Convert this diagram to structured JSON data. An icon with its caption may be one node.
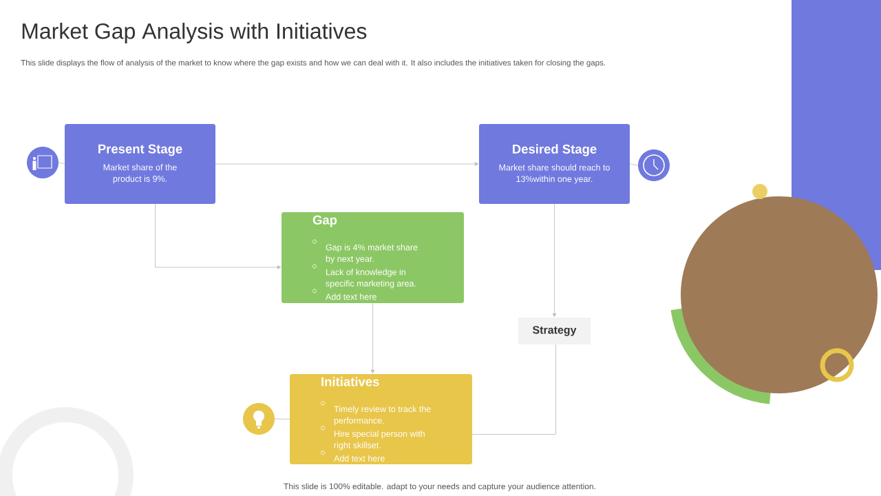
{
  "diagram": {
    "title": "Market Gap Analysis with Initiatives",
    "nodes": [
      {
        "text": [],
        "shape": "circle"
      },
      {
        "text": [
          "Present Stage",
          "Market share of the product is 9%."
        ]
      },
      {
        "text": [
          "Desired Stage",
          "Market share should reach to 13%within one year."
        ]
      },
      {
        "text": [],
        "shape": "circle"
      },
      {
        "text": [
          "Gap",
          "Gap is 4% market share by next year.",
          "Lack of knowledge in specific marketing area.",
          "Add text here"
        ]
      },
      {
        "text": [
          "Strategy"
        ]
      },
      {
        "text": [],
        "shape": "circle"
      },
      {
        "text": [
          "Initiatives",
          "Timely review  to track the performance.",
          "Hire special person with right skillset.",
          "Add text here"
        ]
      }
    ],
    "edges": [
      {
        "from": 0,
        "to": 1,
        "arrow": "none"
      },
      {
        "from": 1,
        "to": 2,
        "arrow": "to"
      },
      {
        "from": 2,
        "to": 3,
        "arrow": "none"
      },
      {
        "from": 1,
        "to": 4,
        "arrow": "to"
      },
      {
        "from": 2,
        "to": 5,
        "arrow": "to"
      },
      {
        "from": 4,
        "to": 7,
        "arrow": "to"
      },
      {
        "from": 5,
        "to": 7,
        "arrow": "none"
      },
      {
        "from": 6,
        "to": 7,
        "arrow": "none"
      }
    ],
    "labels": [
      "This slide displays the flow of analysis  of the market  to know where the gap exists and how we can deal with it. It also includes the initiatives taken for closing the gaps.",
      "This slide is 100% editable. adapt to your needs and capture your audience attention."
    ]
  }
}
